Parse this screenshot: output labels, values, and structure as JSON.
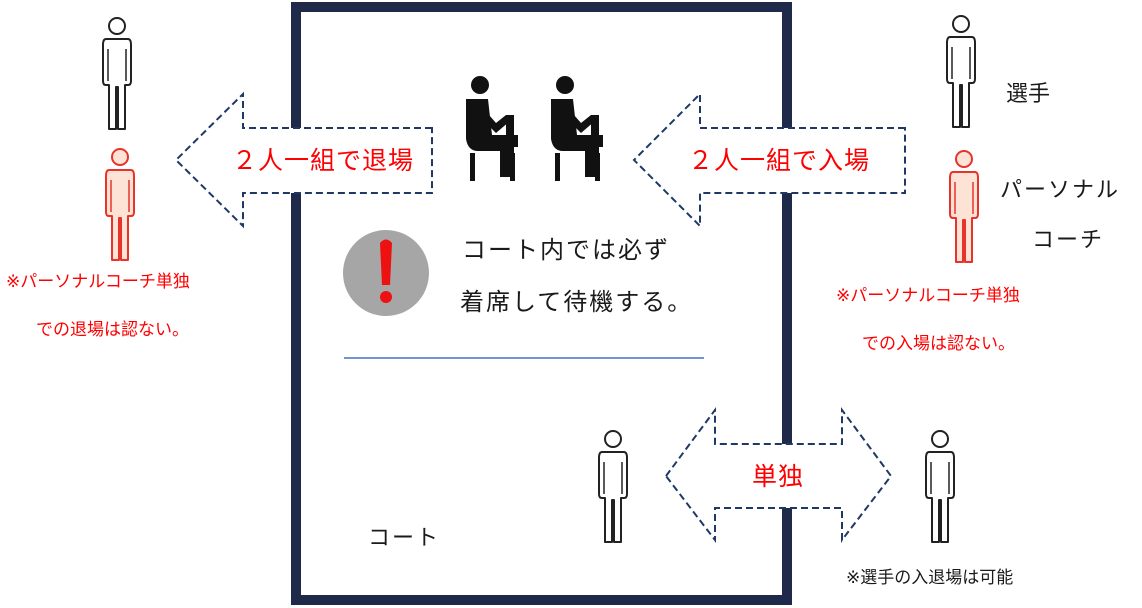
{
  "colors": {
    "court_border": "#1f2a4a",
    "arrow_stroke": "#1f3864",
    "red_text": "#ff0000",
    "coach_stroke": "#e8332a",
    "coach_fill": "#fde3d6",
    "player_stroke": "#222222",
    "seated_fill": "#111111",
    "divider": "#4472c4",
    "warning_bg": "#a6a6a6",
    "warning_mark": "#ee1111"
  },
  "icons": {
    "player": "standing-person-outline-icon",
    "coach": "standing-person-red-icon",
    "seated": "seated-person-on-chair-icon",
    "warning": "exclamation-icon"
  },
  "arrows": {
    "exit_label": "２人一組で退場",
    "enter_label": "２人一組で入場",
    "solo_label": "単独"
  },
  "court": {
    "notice_line1": "コート内では必ず",
    "notice_line2": "着席して待機する。",
    "label": "コート"
  },
  "legend": {
    "player_label": "選手",
    "coach_label_line1": "パーソナル",
    "coach_label_line2": "コーチ"
  },
  "notes": {
    "exit_line1": "※パーソナルコーチ単独",
    "exit_line2": "での退場は認ない。",
    "enter_line1": "※パーソナルコーチ単独",
    "enter_line2": "での入場は認ない。",
    "player_free": "※選手の入退場は可能"
  }
}
